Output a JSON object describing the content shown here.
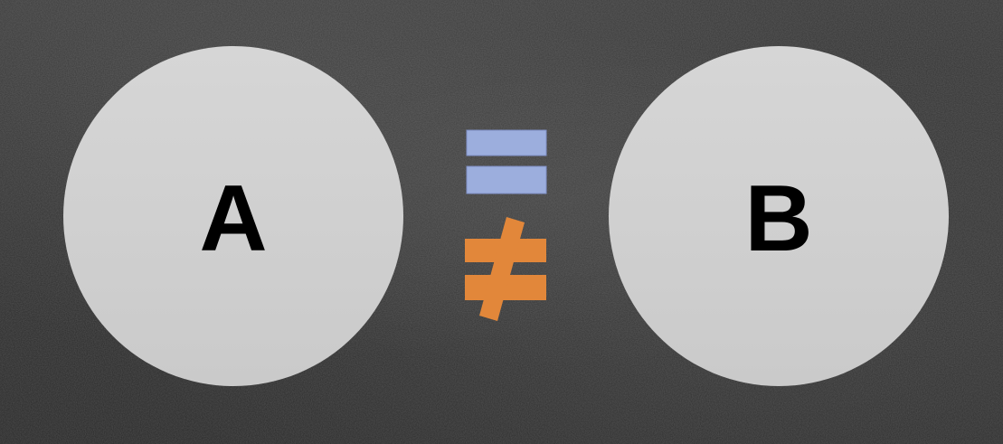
{
  "diagram": {
    "left_circle": {
      "label": "A",
      "fill": "#d0d0d0"
    },
    "right_circle": {
      "label": "B",
      "fill": "#d0d0d0"
    },
    "symbols": {
      "equals": {
        "icon": "equals-icon",
        "color": "#9caedd"
      },
      "not_equals": {
        "icon": "not-equals-icon",
        "color": "#e2873a"
      }
    },
    "background": {
      "style": "chalkboard",
      "color": "#333333"
    }
  }
}
